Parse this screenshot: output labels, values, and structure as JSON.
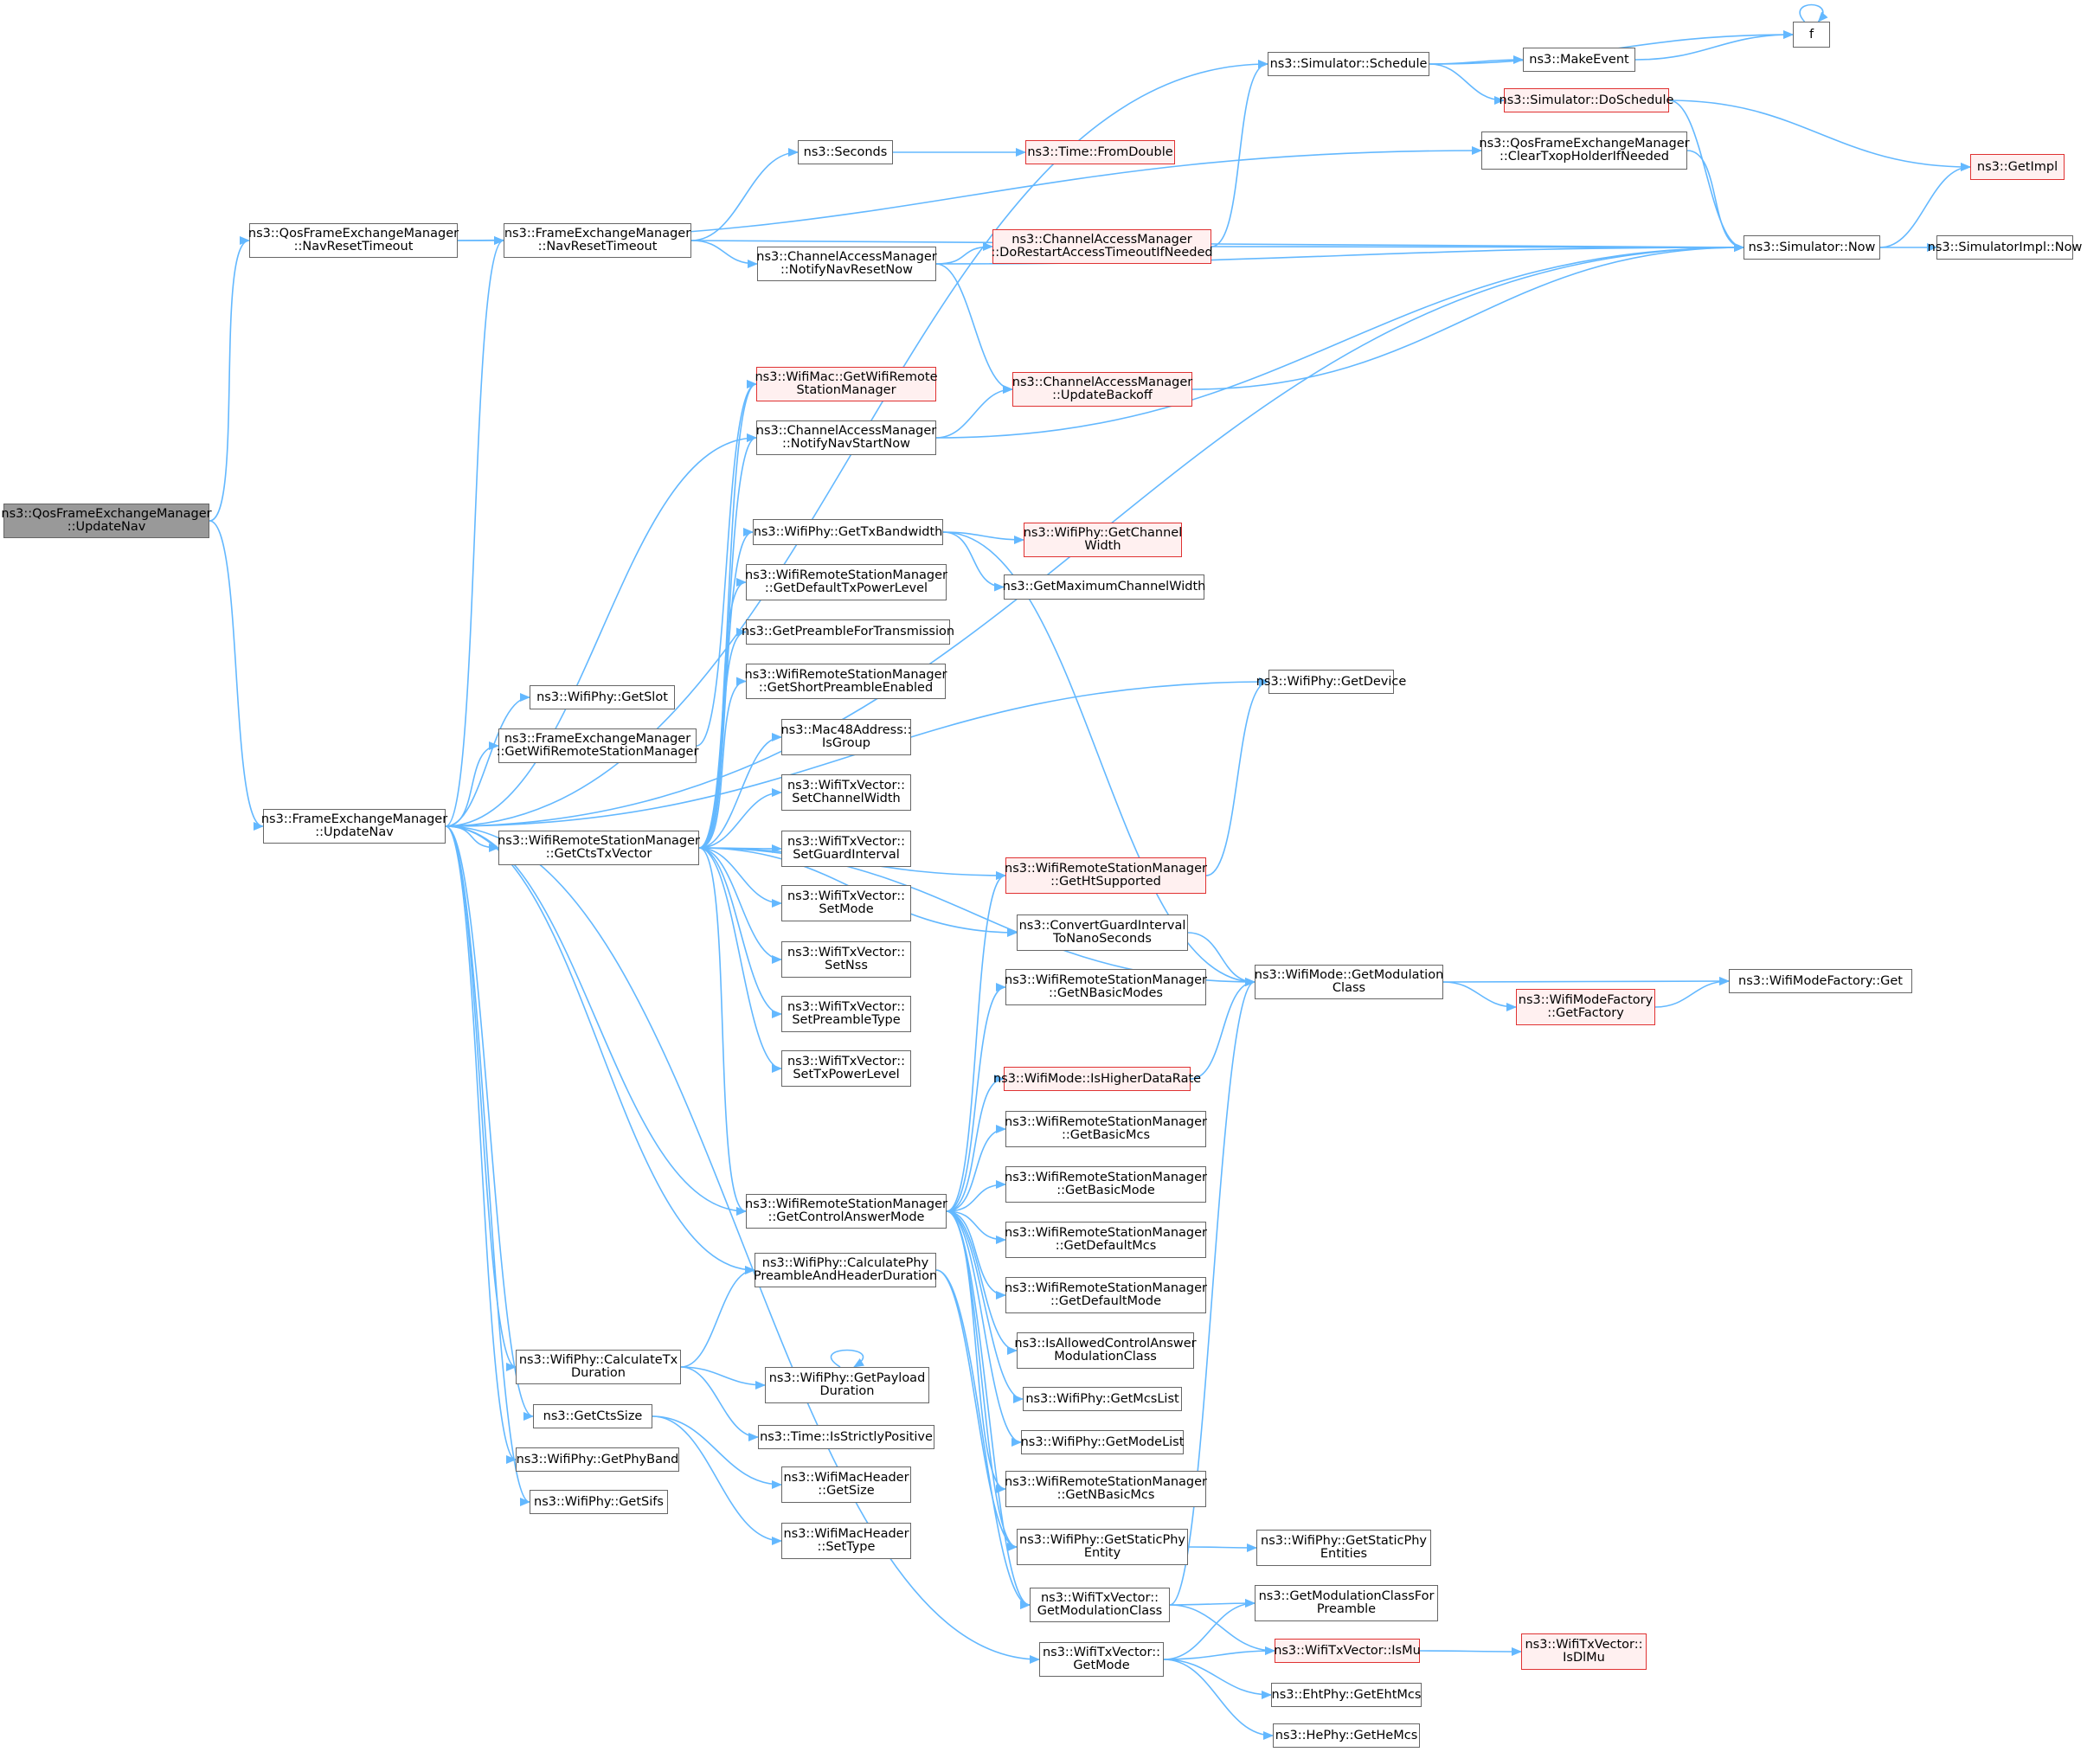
{
  "diagram": {
    "nodes": [
      {
        "id": "root",
        "label": "ns3::QosFrameExchangeManager\n::UpdateNav",
        "style": "root"
      },
      {
        "id": "qosNav",
        "label": "ns3::QosFrameExchangeManager\n::NavResetTimeout",
        "style": "normal"
      },
      {
        "id": "feUpd",
        "label": "ns3::FrameExchangeManager\n::UpdateNav",
        "style": "normal"
      },
      {
        "id": "feNav",
        "label": "ns3::FrameExchangeManager\n::NavResetTimeout",
        "style": "normal"
      },
      {
        "id": "seconds",
        "label": "ns3::Seconds",
        "style": "normal"
      },
      {
        "id": "fromDouble",
        "label": "ns3::Time::FromDouble",
        "style": "red"
      },
      {
        "id": "schedule",
        "label": "ns3::Simulator::Schedule",
        "style": "normal"
      },
      {
        "id": "makeEvent",
        "label": "ns3::MakeEvent",
        "style": "normal"
      },
      {
        "id": "f",
        "label": "f",
        "style": "normal"
      },
      {
        "id": "doSchedule",
        "label": "ns3::Simulator::DoSchedule",
        "style": "red"
      },
      {
        "id": "clearTxop",
        "label": "ns3::QosFrameExchangeManager\n::ClearTxopHolderIfNeeded",
        "style": "normal"
      },
      {
        "id": "getImpl",
        "label": "ns3::GetImpl",
        "style": "red"
      },
      {
        "id": "now",
        "label": "ns3::Simulator::Now",
        "style": "normal"
      },
      {
        "id": "implNow",
        "label": "ns3::SimulatorImpl::Now",
        "style": "normal"
      },
      {
        "id": "camNotifyReset",
        "label": "ns3::ChannelAccessManager\n::NotifyNavResetNow",
        "style": "normal"
      },
      {
        "id": "camRestart",
        "label": "ns3::ChannelAccessManager\n::DoRestartAccessTimeoutIfNeeded",
        "style": "red"
      },
      {
        "id": "getWrsm",
        "label": "ns3::WifiMac::GetWifiRemote\nStationManager",
        "style": "red"
      },
      {
        "id": "camUpdBackoff",
        "label": "ns3::ChannelAccessManager\n::UpdateBackoff",
        "style": "red"
      },
      {
        "id": "camNotifyStart",
        "label": "ns3::ChannelAccessManager\n::NotifyNavStartNow",
        "style": "normal"
      },
      {
        "id": "getTxBw",
        "label": "ns3::WifiPhy::GetTxBandwidth",
        "style": "normal"
      },
      {
        "id": "getChWidth",
        "label": "ns3::WifiPhy::GetChannel\nWidth",
        "style": "red"
      },
      {
        "id": "getMaxCw",
        "label": "ns3::GetMaximumChannelWidth",
        "style": "normal"
      },
      {
        "id": "getDefTxPow",
        "label": "ns3::WifiRemoteStationManager\n::GetDefaultTxPowerLevel",
        "style": "normal"
      },
      {
        "id": "getPreamble",
        "label": "ns3::GetPreambleForTransmission",
        "style": "normal"
      },
      {
        "id": "getShortPre",
        "label": "ns3::WifiRemoteStationManager\n::GetShortPreambleEnabled",
        "style": "normal"
      },
      {
        "id": "getDevice",
        "label": "ns3::WifiPhy::GetDevice",
        "style": "normal"
      },
      {
        "id": "getSlot",
        "label": "ns3::WifiPhy::GetSlot",
        "style": "normal"
      },
      {
        "id": "feGetWrsm",
        "label": "ns3::FrameExchangeManager\n::GetWifiRemoteStationManager",
        "style": "normal"
      },
      {
        "id": "isGroup",
        "label": "ns3::Mac48Address::\nIsGroup",
        "style": "normal"
      },
      {
        "id": "setCw",
        "label": "ns3::WifiTxVector::\nSetChannelWidth",
        "style": "normal"
      },
      {
        "id": "getCts",
        "label": "ns3::WifiRemoteStationManager\n::GetCtsTxVector",
        "style": "normal"
      },
      {
        "id": "setGi",
        "label": "ns3::WifiTxVector::\nSetGuardInterval",
        "style": "normal"
      },
      {
        "id": "getHt",
        "label": "ns3::WifiRemoteStationManager\n::GetHtSupported",
        "style": "red"
      },
      {
        "id": "setMode",
        "label": "ns3::WifiTxVector::\nSetMode",
        "style": "normal"
      },
      {
        "id": "convGi",
        "label": "ns3::ConvertGuardInterval\nToNanoSeconds",
        "style": "normal"
      },
      {
        "id": "setNss",
        "label": "ns3::WifiTxVector::\nSetNss",
        "style": "normal"
      },
      {
        "id": "getModClass",
        "label": "ns3::WifiMode::GetModulation\nClass",
        "style": "normal"
      },
      {
        "id": "getNBasicModes",
        "label": "ns3::WifiRemoteStationManager\n::GetNBasicModes",
        "style": "normal"
      },
      {
        "id": "wmfGet",
        "label": "ns3::WifiModeFactory::Get",
        "style": "normal"
      },
      {
        "id": "setPre",
        "label": "ns3::WifiTxVector::\nSetPreambleType",
        "style": "normal"
      },
      {
        "id": "getFactory",
        "label": "ns3::WifiModeFactory\n::GetFactory",
        "style": "red"
      },
      {
        "id": "setTxPow",
        "label": "ns3::WifiTxVector::\nSetTxPowerLevel",
        "style": "normal"
      },
      {
        "id": "isHigher",
        "label": "ns3::WifiMode::IsHigherDataRate",
        "style": "red"
      },
      {
        "id": "getBasicMcs",
        "label": "ns3::WifiRemoteStationManager\n::GetBasicMcs",
        "style": "normal"
      },
      {
        "id": "getBasicMode",
        "label": "ns3::WifiRemoteStationManager\n::GetBasicMode",
        "style": "normal"
      },
      {
        "id": "getCtrlAns",
        "label": "ns3::WifiRemoteStationManager\n::GetControlAnswerMode",
        "style": "normal"
      },
      {
        "id": "getDefMcs",
        "label": "ns3::WifiRemoteStationManager\n::GetDefaultMcs",
        "style": "normal"
      },
      {
        "id": "calcPre",
        "label": "ns3::WifiPhy::CalculatePhy\nPreambleAndHeaderDuration",
        "style": "normal"
      },
      {
        "id": "getDefMode",
        "label": "ns3::WifiRemoteStationManager\n::GetDefaultMode",
        "style": "normal"
      },
      {
        "id": "isAllowed",
        "label": "ns3::IsAllowedControlAnswer\nModulationClass",
        "style": "normal"
      },
      {
        "id": "calcTx",
        "label": "ns3::WifiPhy::CalculateTx\nDuration",
        "style": "normal"
      },
      {
        "id": "getPayload",
        "label": "ns3::WifiPhy::GetPayload\nDuration",
        "style": "normal"
      },
      {
        "id": "getMcsList",
        "label": "ns3::WifiPhy::GetMcsList",
        "style": "normal"
      },
      {
        "id": "getCtsSize",
        "label": "ns3::GetCtsSize",
        "style": "normal"
      },
      {
        "id": "isStrictPos",
        "label": "ns3::Time::IsStrictlyPositive",
        "style": "normal"
      },
      {
        "id": "getModeList",
        "label": "ns3::WifiPhy::GetModeList",
        "style": "normal"
      },
      {
        "id": "getPhyBand",
        "label": "ns3::WifiPhy::GetPhyBand",
        "style": "normal"
      },
      {
        "id": "macGetSize",
        "label": "ns3::WifiMacHeader\n::GetSize",
        "style": "normal"
      },
      {
        "id": "getNBasicMcs",
        "label": "ns3::WifiRemoteStationManager\n::GetNBasicMcs",
        "style": "normal"
      },
      {
        "id": "getSifs",
        "label": "ns3::WifiPhy::GetSifs",
        "style": "normal"
      },
      {
        "id": "macSetType",
        "label": "ns3::WifiMacHeader\n::SetType",
        "style": "normal"
      },
      {
        "id": "getStaticPhy",
        "label": "ns3::WifiPhy::GetStaticPhy\nEntity",
        "style": "normal"
      },
      {
        "id": "getStaticPhies",
        "label": "ns3::WifiPhy::GetStaticPhy\nEntities",
        "style": "normal"
      },
      {
        "id": "tvGetModClass",
        "label": "ns3::WifiTxVector::\nGetModulationClass",
        "style": "normal"
      },
      {
        "id": "getModClassPre",
        "label": "ns3::GetModulationClassFor\nPreamble",
        "style": "normal"
      },
      {
        "id": "isMu",
        "label": "ns3::WifiTxVector::IsMu",
        "style": "red"
      },
      {
        "id": "isDlMu",
        "label": "ns3::WifiTxVector::\nIsDlMu",
        "style": "red"
      },
      {
        "id": "tvGetMode",
        "label": "ns3::WifiTxVector::\nGetMode",
        "style": "normal"
      },
      {
        "id": "getEhtMcs",
        "label": "ns3::EhtPhy::GetEhtMcs",
        "style": "normal"
      },
      {
        "id": "getHeMcs",
        "label": "ns3::HePhy::GetHeMcs",
        "style": "normal"
      }
    ],
    "edges": [
      [
        "root",
        "qosNav"
      ],
      [
        "root",
        "feUpd"
      ],
      [
        "qosNav",
        "feNav"
      ],
      [
        "qosNav",
        "clearTxop"
      ],
      [
        "feNav",
        "seconds"
      ],
      [
        "feNav",
        "camNotifyReset"
      ],
      [
        "feNav",
        "now"
      ],
      [
        "seconds",
        "fromDouble"
      ],
      [
        "schedule",
        "makeEvent"
      ],
      [
        "schedule",
        "f"
      ],
      [
        "schedule",
        "doSchedule"
      ],
      [
        "makeEvent",
        "f"
      ],
      [
        "f",
        "f"
      ],
      [
        "doSchedule",
        "getImpl"
      ],
      [
        "doSchedule",
        "now"
      ],
      [
        "clearTxop",
        "now"
      ],
      [
        "now",
        "getImpl"
      ],
      [
        "now",
        "implNow"
      ],
      [
        "camNotifyReset",
        "camRestart"
      ],
      [
        "camNotifyReset",
        "camUpdBackoff"
      ],
      [
        "camNotifyReset",
        "now"
      ],
      [
        "camRestart",
        "schedule"
      ],
      [
        "camRestart",
        "now"
      ],
      [
        "camUpdBackoff",
        "now"
      ],
      [
        "camNotifyStart",
        "camUpdBackoff"
      ],
      [
        "camNotifyStart",
        "now"
      ],
      [
        "getTxBw",
        "getChWidth"
      ],
      [
        "getTxBw",
        "getMaxCw"
      ],
      [
        "getTxBw",
        "getModClass"
      ],
      [
        "feUpd",
        "schedule"
      ],
      [
        "feUpd",
        "feNav"
      ],
      [
        "feUpd",
        "now"
      ],
      [
        "feUpd",
        "getSlot"
      ],
      [
        "feUpd",
        "feGetWrsm"
      ],
      [
        "feUpd",
        "getCts"
      ],
      [
        "feUpd",
        "calcTx"
      ],
      [
        "feUpd",
        "getCtsSize"
      ],
      [
        "feUpd",
        "getPhyBand"
      ],
      [
        "feUpd",
        "getSifs"
      ],
      [
        "feUpd",
        "getCtrlAns"
      ],
      [
        "feUpd",
        "calcPre"
      ],
      [
        "feUpd",
        "tvGetMode"
      ],
      [
        "feUpd",
        "camNotifyStart"
      ],
      [
        "feUpd",
        "getDevice"
      ],
      [
        "feGetWrsm",
        "getWrsm"
      ],
      [
        "getCts",
        "getWrsm"
      ],
      [
        "getCts",
        "camNotifyStart"
      ],
      [
        "getCts",
        "getTxBw"
      ],
      [
        "getCts",
        "getDefTxPow"
      ],
      [
        "getCts",
        "getPreamble"
      ],
      [
        "getCts",
        "getShortPre"
      ],
      [
        "getCts",
        "isGroup"
      ],
      [
        "getCts",
        "setCw"
      ],
      [
        "getCts",
        "setGi"
      ],
      [
        "getCts",
        "setMode"
      ],
      [
        "getCts",
        "setNss"
      ],
      [
        "getCts",
        "setPre"
      ],
      [
        "getCts",
        "setTxPow"
      ],
      [
        "getCts",
        "getCtrlAns"
      ],
      [
        "getCts",
        "getHt"
      ],
      [
        "getCts",
        "convGi"
      ],
      [
        "getCts",
        "getModClass"
      ],
      [
        "getHt",
        "getDevice"
      ],
      [
        "convGi",
        "getModClass"
      ],
      [
        "getModClass",
        "wmfGet"
      ],
      [
        "getModClass",
        "getFactory"
      ],
      [
        "getFactory",
        "wmfGet"
      ],
      [
        "isHigher",
        "getModClass"
      ],
      [
        "getCtrlAns",
        "getHt"
      ],
      [
        "getCtrlAns",
        "getNBasicModes"
      ],
      [
        "getCtrlAns",
        "isHigher"
      ],
      [
        "getCtrlAns",
        "getBasicMcs"
      ],
      [
        "getCtrlAns",
        "getBasicMode"
      ],
      [
        "getCtrlAns",
        "getDefMcs"
      ],
      [
        "getCtrlAns",
        "getDefMode"
      ],
      [
        "getCtrlAns",
        "isAllowed"
      ],
      [
        "getCtrlAns",
        "getMcsList"
      ],
      [
        "getCtrlAns",
        "getModeList"
      ],
      [
        "getCtrlAns",
        "getNBasicMcs"
      ],
      [
        "getCtrlAns",
        "getStaticPhy"
      ],
      [
        "getCtrlAns",
        "tvGetModClass"
      ],
      [
        "calcPre",
        "getStaticPhy"
      ],
      [
        "calcPre",
        "tvGetModClass"
      ],
      [
        "calcTx",
        "calcPre"
      ],
      [
        "calcTx",
        "getPayload"
      ],
      [
        "calcTx",
        "isStrictPos"
      ],
      [
        "getPayload",
        "getPayload"
      ],
      [
        "getCtsSize",
        "macGetSize"
      ],
      [
        "getCtsSize",
        "macSetType"
      ],
      [
        "getStaticPhy",
        "getStaticPhies"
      ],
      [
        "tvGetModClass",
        "getModClass"
      ],
      [
        "tvGetModClass",
        "getModClassPre"
      ],
      [
        "tvGetModClass",
        "isMu"
      ],
      [
        "isMu",
        "isDlMu"
      ],
      [
        "tvGetMode",
        "getModClassPre"
      ],
      [
        "tvGetMode",
        "isMu"
      ],
      [
        "tvGetMode",
        "getEhtMcs"
      ],
      [
        "tvGetMode",
        "getHeMcs"
      ]
    ],
    "colors": {
      "edge": "#63b8ff",
      "border": "#666666",
      "highlightBorder": "#e03232",
      "highlightFill": "#fff0f0",
      "rootFill": "#999999"
    }
  }
}
